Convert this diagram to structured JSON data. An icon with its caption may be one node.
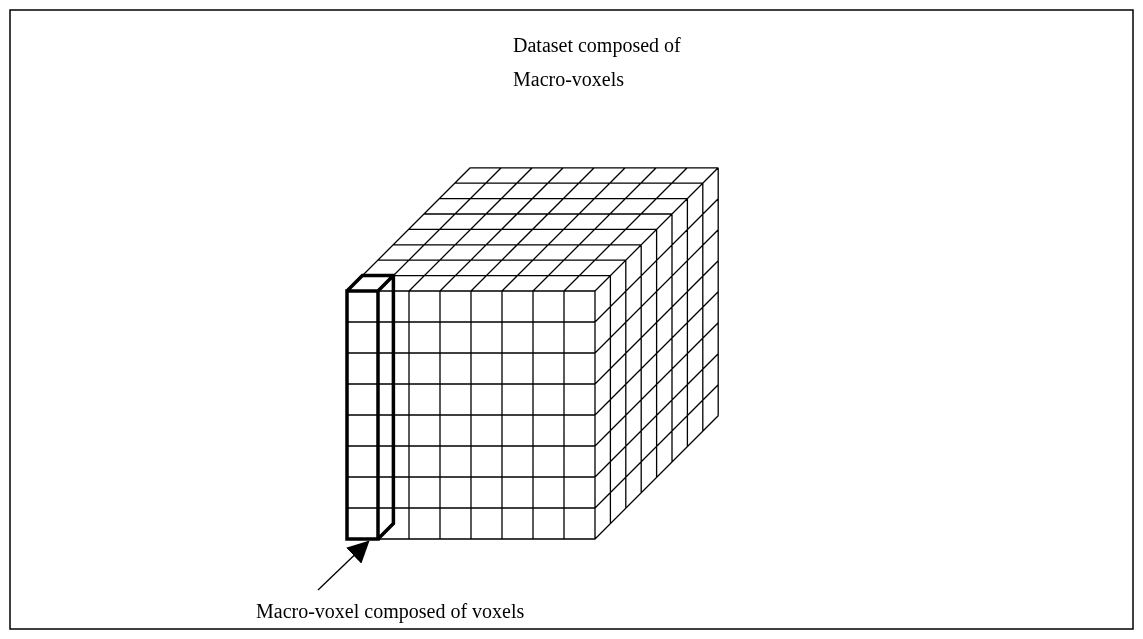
{
  "diagram": {
    "nodes": [
      {
        "text": [
          "Macro-voxel composed of voxels"
        ]
      },
      {
        "text": [],
        "shape": "box"
      }
    ],
    "edges": [
      {
        "from": 0,
        "to": 1,
        "arrow": "to"
      }
    ],
    "labels": [
      "Dataset composed of Macro-voxels"
    ]
  }
}
